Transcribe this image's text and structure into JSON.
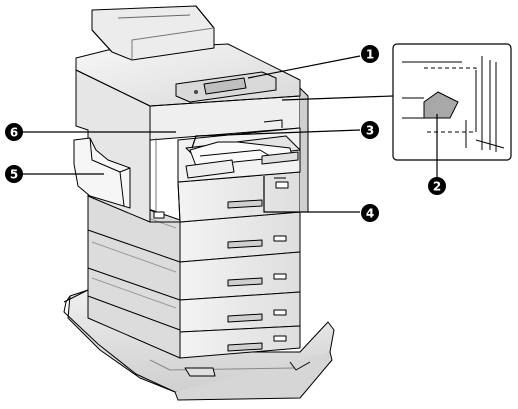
{
  "diagram": {
    "callouts": [
      {
        "id": "callout-1",
        "label": "1"
      },
      {
        "id": "callout-2",
        "label": "2"
      },
      {
        "id": "callout-3",
        "label": "3"
      },
      {
        "id": "callout-4",
        "label": "4"
      },
      {
        "id": "callout-5",
        "label": "5"
      },
      {
        "id": "callout-6",
        "label": "6"
      }
    ],
    "colors": {
      "line": "#000000",
      "panel_gray": "#a8a8a8",
      "body_light": "#f2f2f2",
      "body_mid": "#e2e2e2",
      "body_dark": "#cfcfcf",
      "shadow": "#bdbdbd"
    }
  }
}
